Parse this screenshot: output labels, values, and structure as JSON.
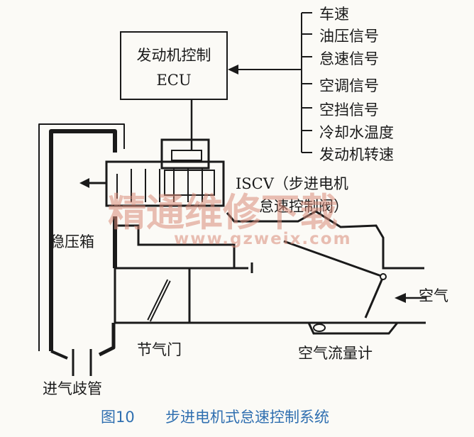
{
  "ecu": {
    "line1": "发动机控制",
    "line2": "ECU"
  },
  "signals": [
    "车速",
    "油压信号",
    "怠速信号",
    "空调信号",
    "空挡信号",
    "冷却水温度",
    "发动机转速"
  ],
  "iscv": {
    "line1": "ISCV（步进电机",
    "line2": "怠速控制阀）"
  },
  "labels": {
    "surge_tank": "稳压箱",
    "throttle": "节气门",
    "air": "空气",
    "airflow_meter": "空气流量计",
    "intake_manifold": "进气歧管"
  },
  "watermark": {
    "main": "精通维修下载",
    "url": "www.gzweix.com"
  },
  "caption": {
    "fig": "图10",
    "title": "步进电机式怠速控制系统"
  },
  "colors": {
    "line": "#1a1a1a",
    "caption": "#2f6fb0",
    "watermark": "#d98c7a",
    "paper": "#fbfaf6"
  }
}
